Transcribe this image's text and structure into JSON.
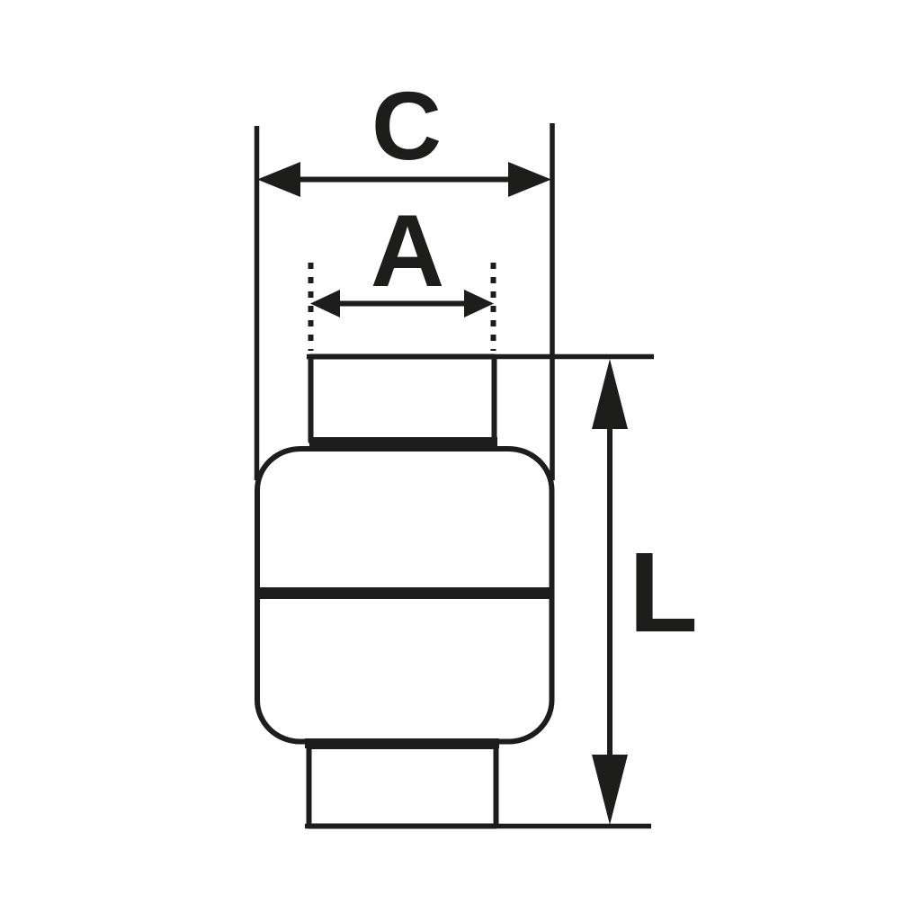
{
  "drawing": {
    "dimensions": {
      "outer_width": {
        "label": "C"
      },
      "neck_width": {
        "label": "A"
      },
      "overall_height": {
        "label": "L"
      }
    },
    "colors": {
      "line": "#1d1d1b",
      "background": "#ffffff"
    }
  }
}
